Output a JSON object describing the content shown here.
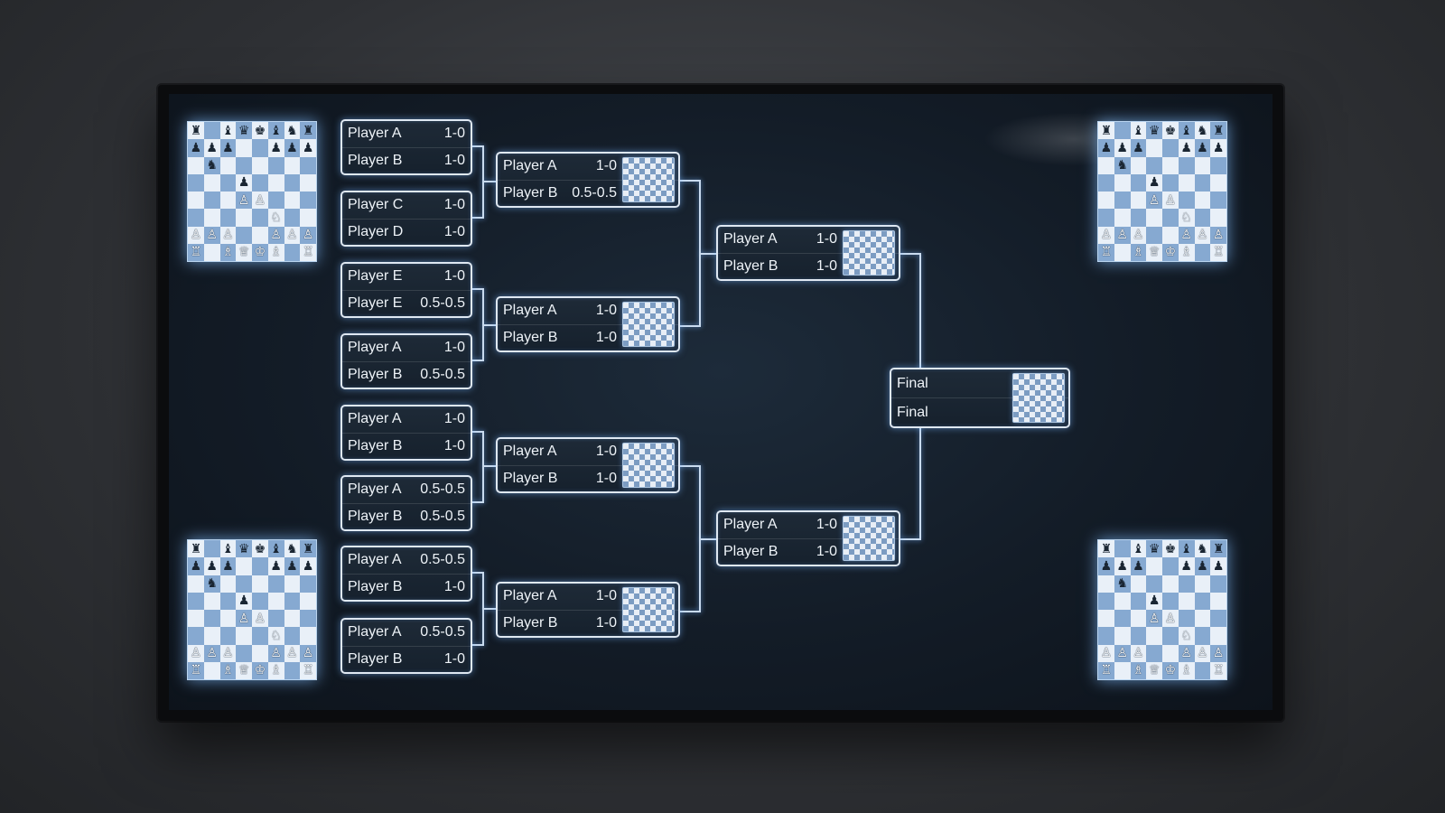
{
  "round1": [
    {
      "p1": "Player A",
      "s1": "1-0",
      "p2": "Player B",
      "s2": "1-0"
    },
    {
      "p1": "Player C",
      "s1": "1-0",
      "p2": "Player D",
      "s2": "1-0"
    },
    {
      "p1": "Player E",
      "s1": "1-0",
      "p2": "Player E",
      "s2": "0.5-0.5"
    },
    {
      "p1": "Player A",
      "s1": "1-0",
      "p2": "Player B",
      "s2": "0.5-0.5"
    },
    {
      "p1": "Player A",
      "s1": "1-0",
      "p2": "Player B",
      "s2": "1-0"
    },
    {
      "p1": "Player A",
      "s1": "0.5-0.5",
      "p2": "Player B",
      "s2": "0.5-0.5"
    },
    {
      "p1": "Player A",
      "s1": "0.5-0.5",
      "p2": "Player B",
      "s2": "1-0"
    },
    {
      "p1": "Player A",
      "s1": "0.5-0.5",
      "p2": "Player B",
      "s2": "1-0"
    }
  ],
  "round2": [
    {
      "p1": "Player A",
      "s1": "1-0",
      "p2": "Player B",
      "s2": "0.5-0.5"
    },
    {
      "p1": "Player A",
      "s1": "1-0",
      "p2": "Player B",
      "s2": "1-0"
    },
    {
      "p1": "Player A",
      "s1": "1-0",
      "p2": "Player B",
      "s2": "1-0"
    },
    {
      "p1": "Player A",
      "s1": "1-0",
      "p2": "Player B",
      "s2": "1-0"
    }
  ],
  "round3": [
    {
      "p1": "Player A",
      "s1": "1-0",
      "p2": "Player B",
      "s2": "1-0"
    },
    {
      "p1": "Player A",
      "s1": "1-0",
      "p2": "Player B",
      "s2": "1-0"
    }
  ],
  "final": {
    "label1": "Final",
    "label2": "Final"
  },
  "board_position": [
    "♜.♝♛♚♝♞♜",
    "♟♟♟..♟♟♟",
    ".♞......",
    "...♟....",
    "...♙♙...",
    ".....♘..",
    "♙♙♙..♙♙♙",
    "♖.♗♕♔♗.♖"
  ],
  "colors": {
    "accent_glow": "#78b4ff",
    "frame": "#dfe8f2",
    "screen_bg": "#131c27"
  }
}
